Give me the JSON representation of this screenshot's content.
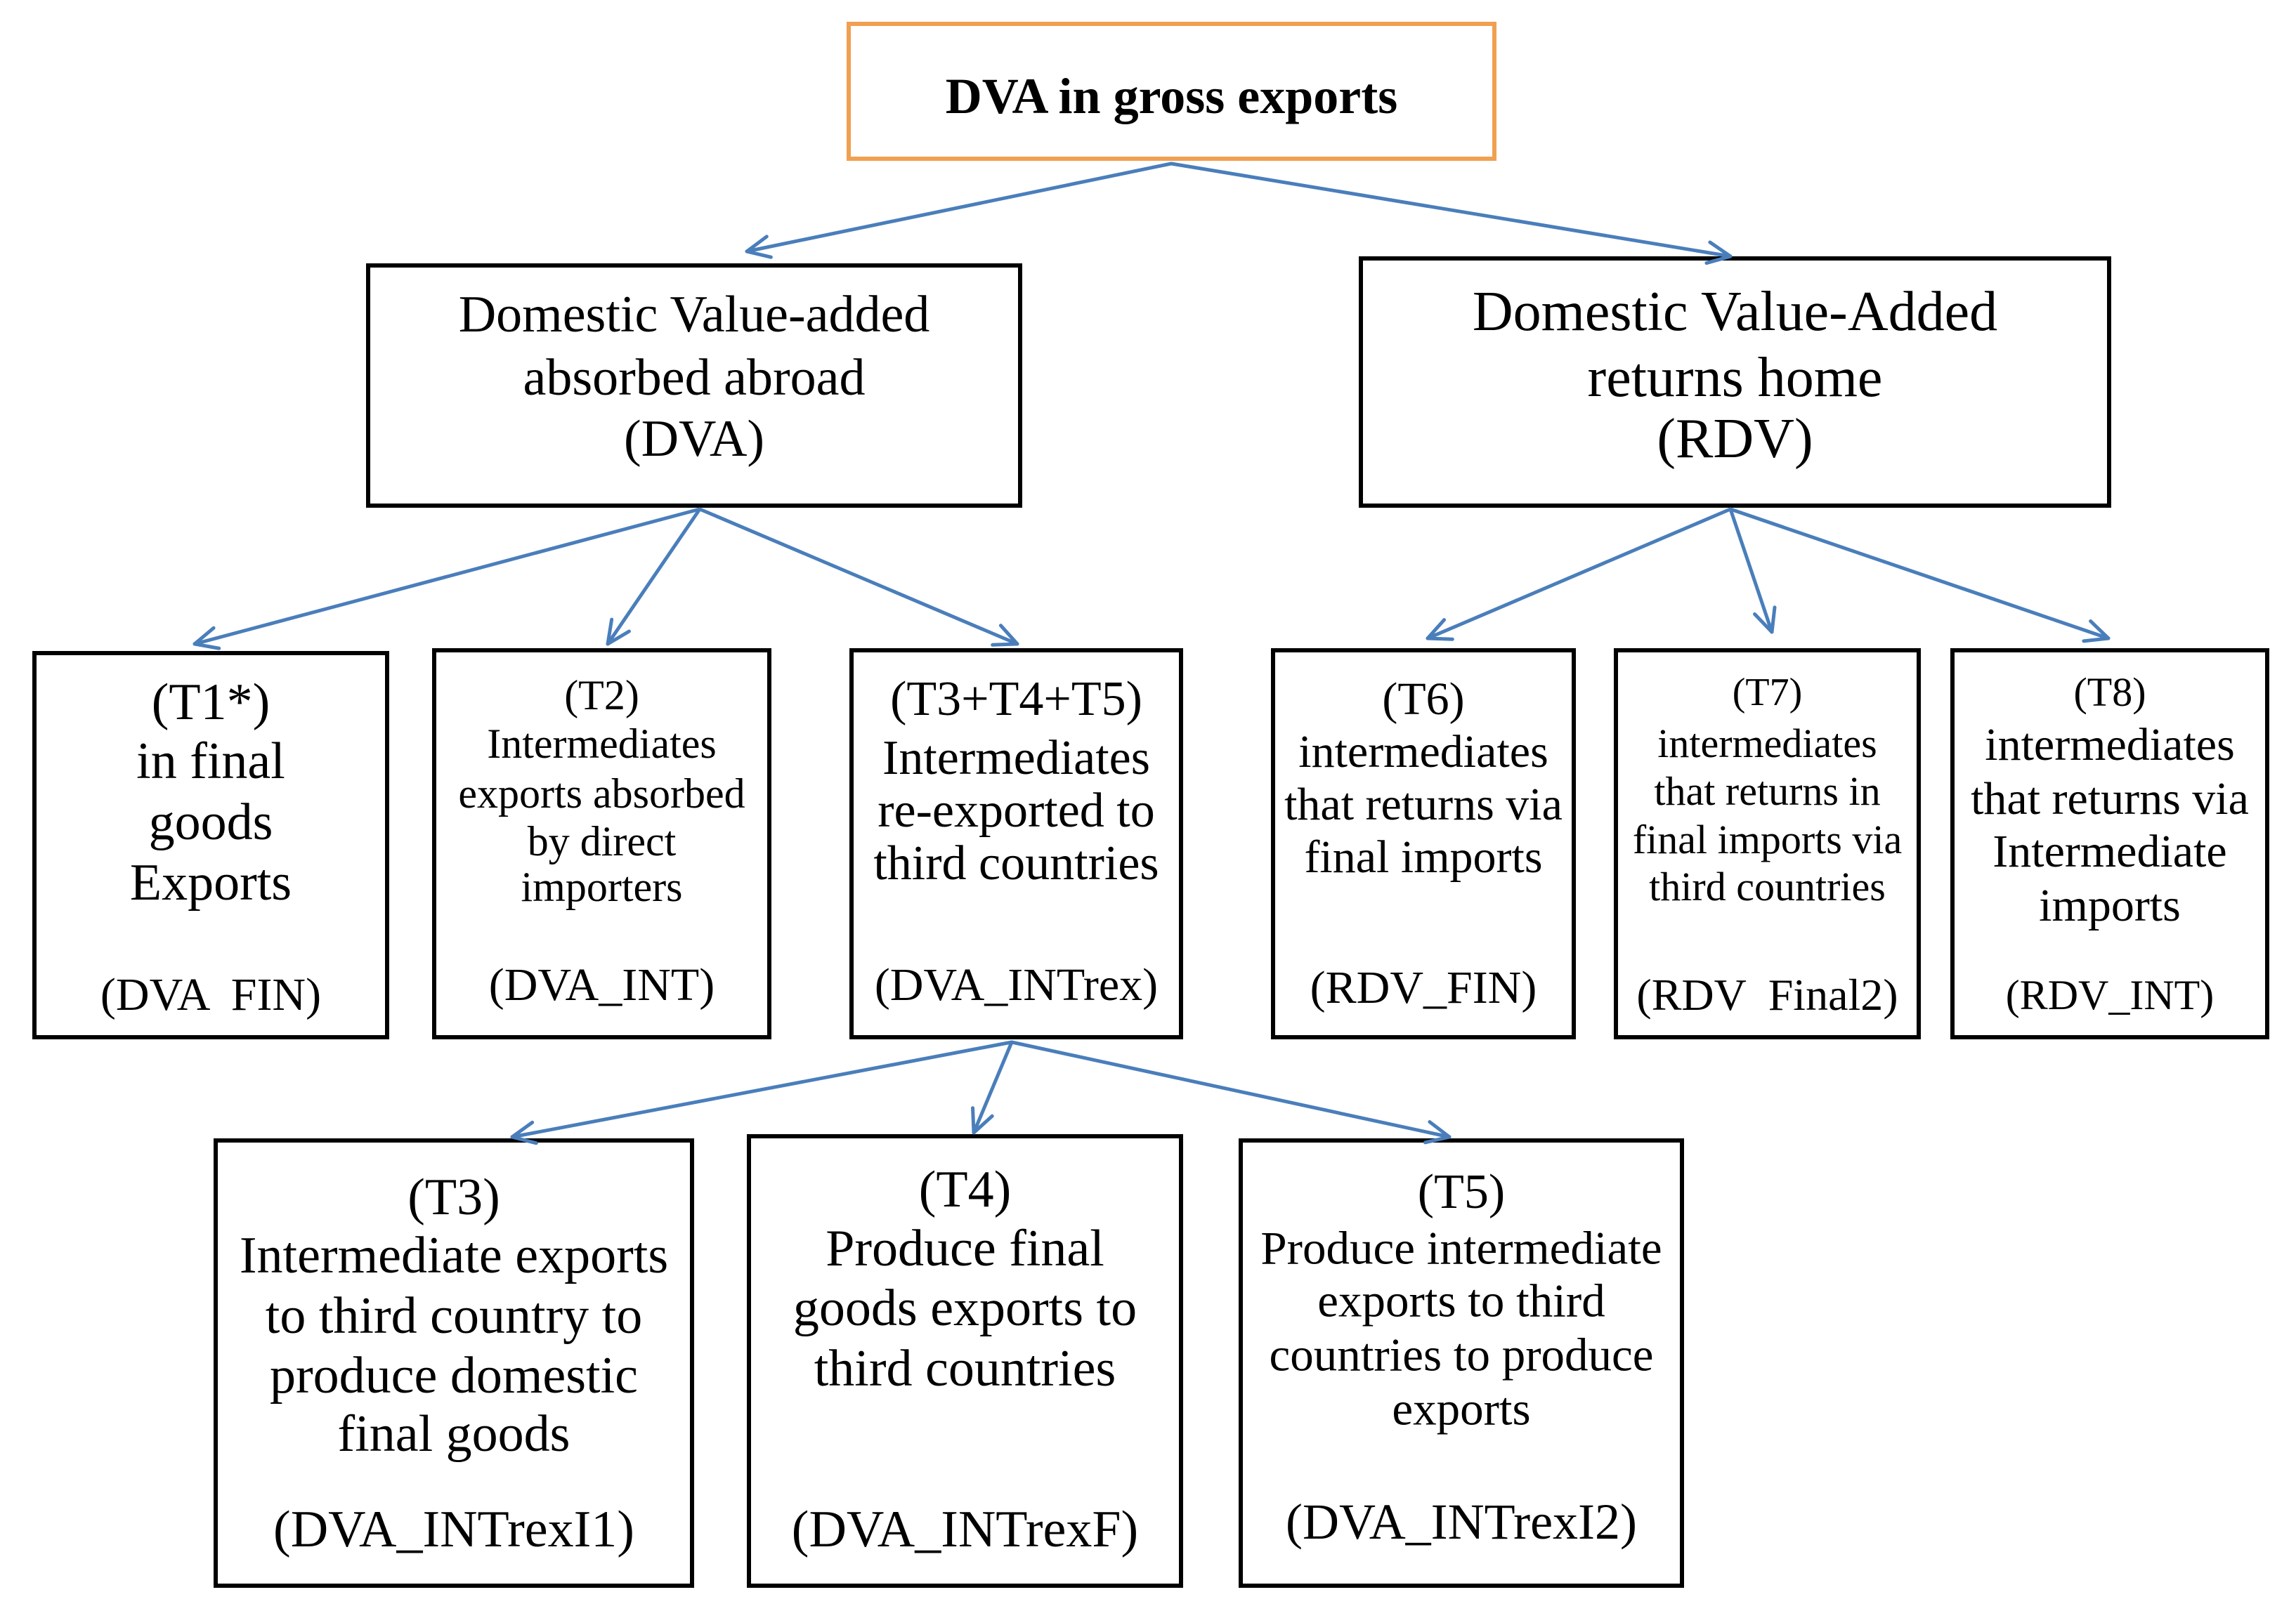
{
  "diagram": {
    "root": {
      "title": "DVA in gross exports"
    },
    "dva": {
      "lines": [
        "Domestic Value-added",
        "absorbed abroad",
        "(DVA)"
      ]
    },
    "rdv": {
      "lines": [
        "Domestic Value-Added",
        "returns home",
        "(RDV)"
      ]
    },
    "t1": {
      "lines": [
        "(T1*)",
        "in final",
        "goods",
        "Exports"
      ],
      "code": "(DVA  FIN)"
    },
    "t2": {
      "lines": [
        "(T2)",
        "Intermediates",
        "exports absorbed",
        "by direct",
        "importers"
      ],
      "code": "(DVA_INT)"
    },
    "t345": {
      "lines": [
        "(T3+T4+T5)",
        "Intermediates",
        "re-exported to",
        "third countries"
      ],
      "code": "(DVA_INTrex)"
    },
    "t6": {
      "lines": [
        "(T6)",
        "intermediates",
        "that returns via",
        "final imports"
      ],
      "code": "(RDV_FIN)"
    },
    "t7": {
      "lines": [
        "(T7)",
        "intermediates",
        "that returns in",
        "final imports via",
        "third countries"
      ],
      "code": "(RDV  Final2)"
    },
    "t8": {
      "lines": [
        "(T8)",
        "intermediates",
        "that returns via",
        "Intermediate",
        "imports"
      ],
      "code": "(RDV_INT)"
    },
    "t3": {
      "lines": [
        "(T3)",
        "Intermediate exports",
        "to third country to",
        "produce domestic",
        "final goods"
      ],
      "code": "(DVA_INTrexI1)"
    },
    "t4": {
      "lines": [
        "(T4)",
        "Produce final",
        "goods exports to",
        "third countries"
      ],
      "code": "(DVA_INTrexF)"
    },
    "t5": {
      "lines": [
        "(T5)",
        "Produce intermediate",
        "exports to third",
        "countries to produce",
        "exports"
      ],
      "code": "(DVA_INTrexI2)"
    }
  },
  "colors": {
    "arrow": "#4a7ebb",
    "root_border": "#f0a050",
    "box_border": "#000000",
    "background": "#ffffff",
    "text": "#000000"
  }
}
